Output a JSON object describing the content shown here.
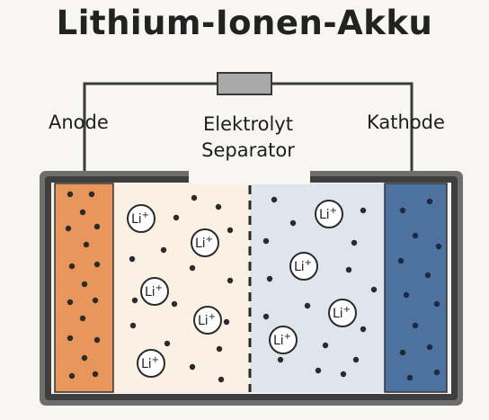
{
  "title": "Lithium-Ionen-Akku",
  "labels": {
    "anode": "Anode",
    "electrolyte": "Elektrolyt",
    "separator": "Separator",
    "cathode": "Kathode"
  },
  "ion_label": "Li",
  "ion_charge": "+",
  "colors": {
    "anode": "#e8965c",
    "electrolyte_left": "#faf1e4",
    "electrolyte_right": "#dfe5ec",
    "cathode": "#4d72a0",
    "casing": "#6e6e6e",
    "wire": "#3a3a3a",
    "resistor": "#a9a9a9"
  }
}
